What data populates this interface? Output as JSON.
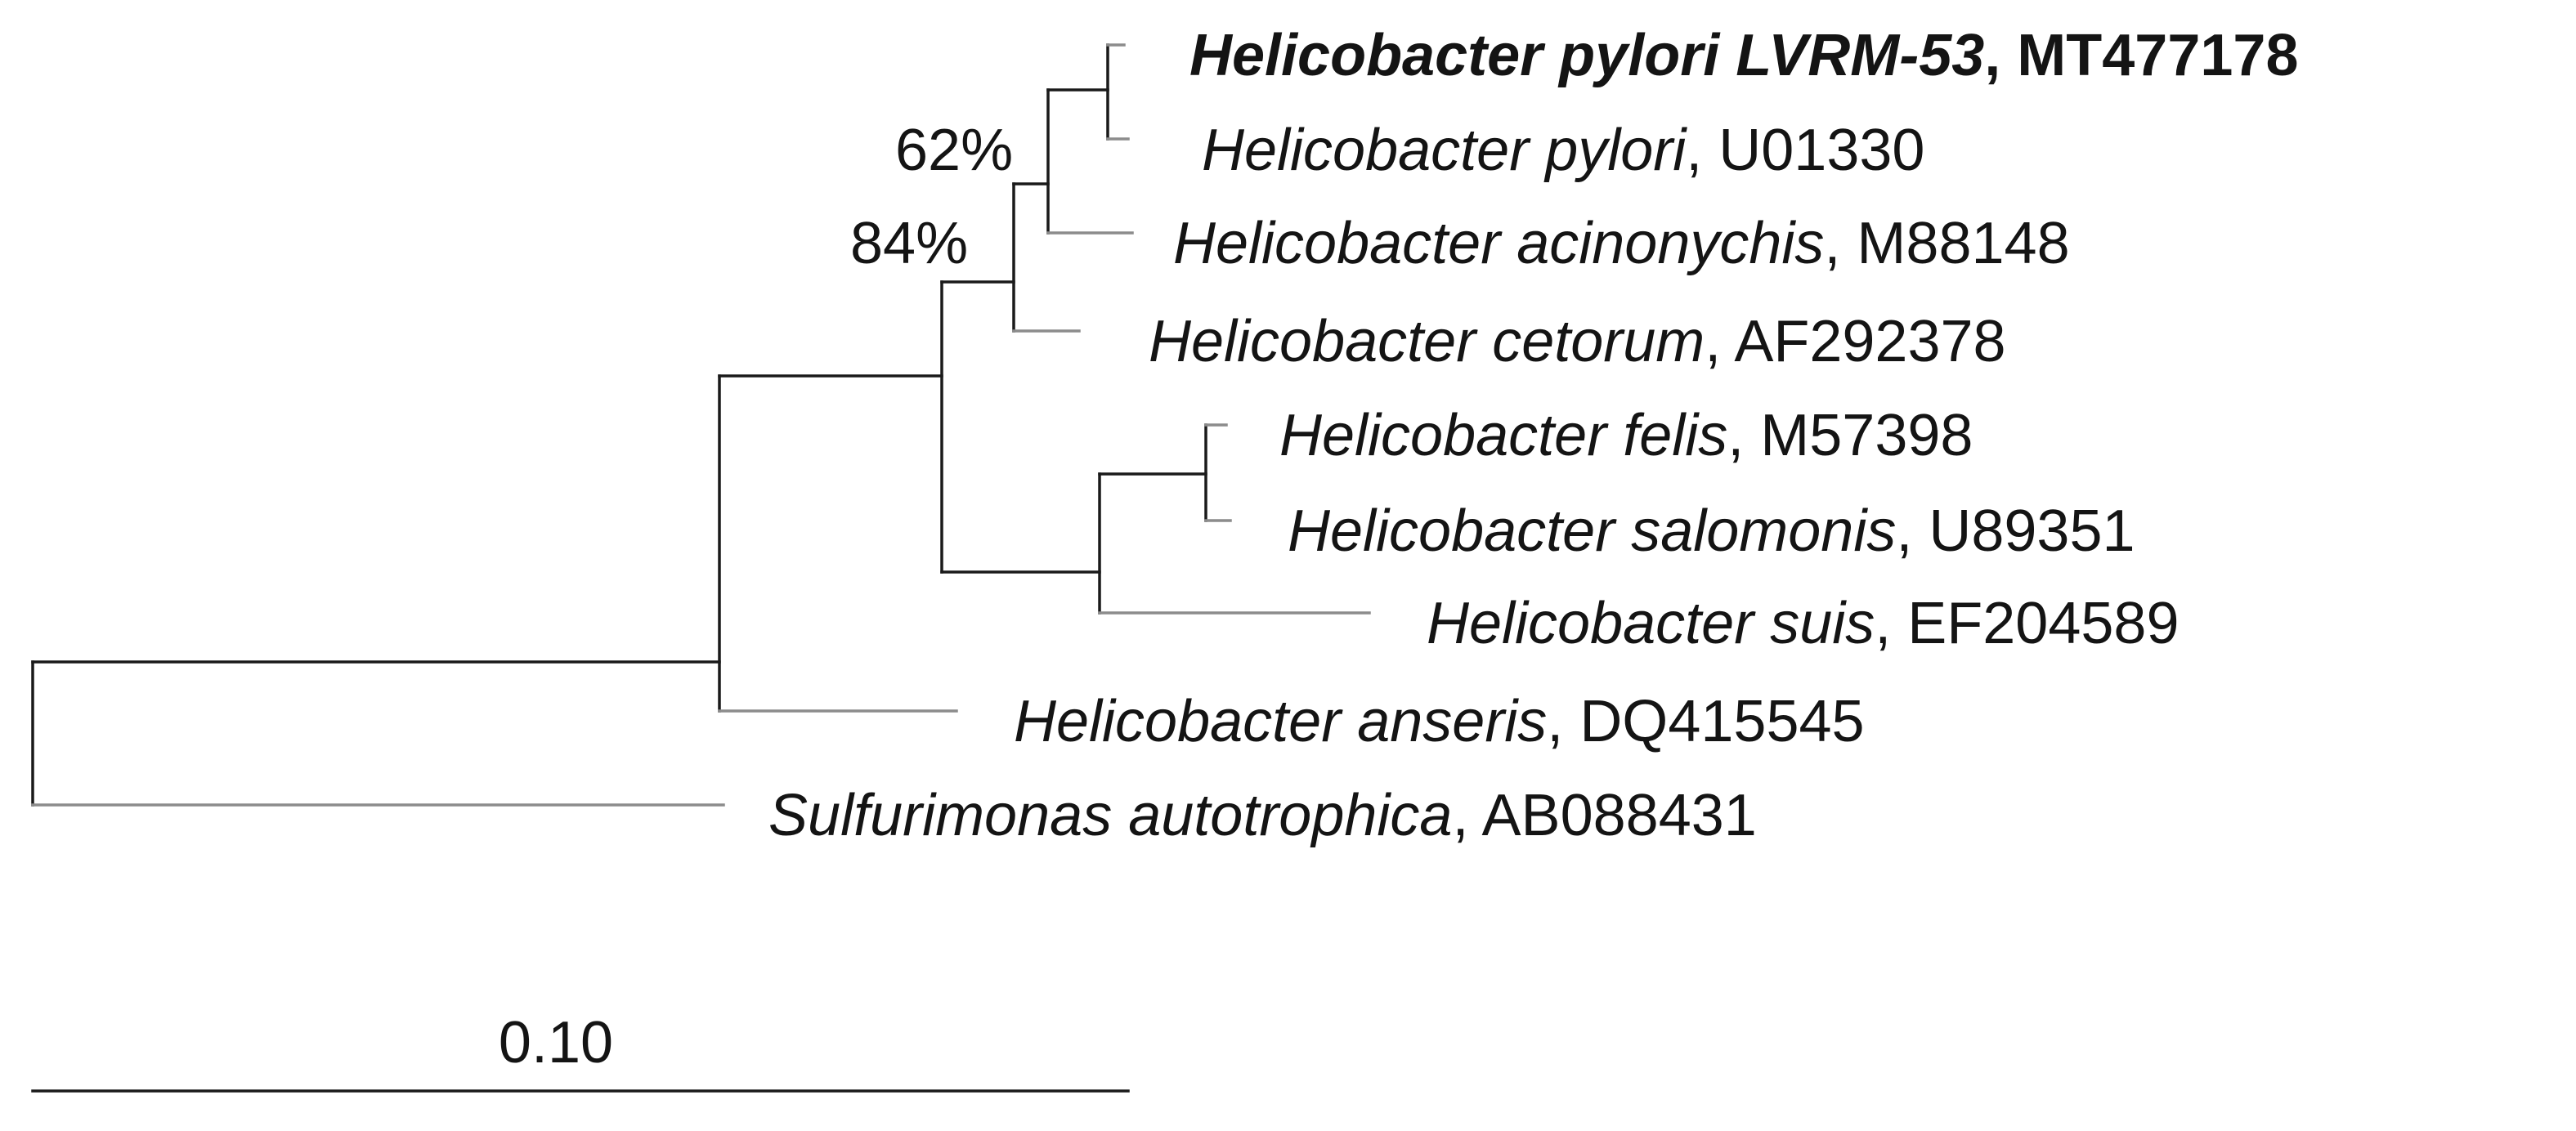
{
  "taxa": [
    {
      "id": "t1",
      "species": "Helicobacter pylori LVRM-53",
      "accession": "MT477178",
      "separator": ", ",
      "highlight": true
    },
    {
      "id": "t2",
      "species": "Helicobacter pylori",
      "accession": "U01330",
      "separator": ", ",
      "highlight": false
    },
    {
      "id": "t3",
      "species": "Helicobacter acinonychis",
      "accession": "M88148",
      "separator": ", ",
      "highlight": false
    },
    {
      "id": "t4",
      "species": "Helicobacter cetorum",
      "accession": "AF292378",
      "separator": ", ",
      "highlight": false
    },
    {
      "id": "t5",
      "species": "Helicobacter felis",
      "accession": "M57398",
      "separator": ", ",
      "highlight": false
    },
    {
      "id": "t6",
      "species": "Helicobacter salomonis",
      "accession": "U89351",
      "separator": ", ",
      "highlight": false
    },
    {
      "id": "t7",
      "species": "Helicobacter suis",
      "accession": "EF204589",
      "separator": ", ",
      "highlight": false
    },
    {
      "id": "t8",
      "species": "Helicobacter anseris",
      "accession": "DQ415545",
      "separator": ", ",
      "highlight": false
    },
    {
      "id": "t9",
      "species": "Sulfurimonas autotrophica",
      "accession": "AB088431",
      "separator": ", ",
      "highlight": false
    }
  ],
  "bootstrap": {
    "node_pylori_acinonychis": "62%",
    "node_with_cetorum": "84%"
  },
  "scale_bar": {
    "label": "0.10"
  }
}
